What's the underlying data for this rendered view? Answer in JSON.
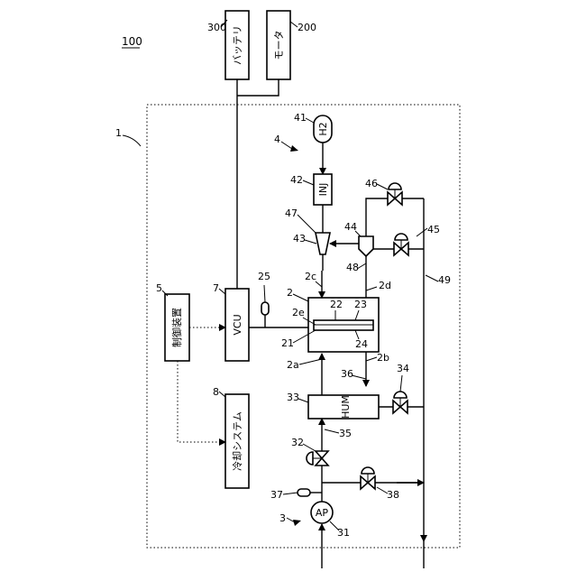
{
  "figure": {
    "system_number": "100",
    "fuel_cell_system": "1",
    "hydrogen_supply": "4",
    "air_supply": "3",
    "stack": "2",
    "controller": "5",
    "vcu_number": "7",
    "cooling_number": "8"
  },
  "components": {
    "battery": {
      "label": "バッテリ",
      "number": "300"
    },
    "motor": {
      "label": "モータ",
      "number": "200"
    },
    "controller": {
      "label": "制御装置"
    },
    "vcu": {
      "label": "VCU"
    },
    "cooling": {
      "label": "冷却システム"
    },
    "tank": {
      "label": "H2",
      "number": "41"
    },
    "injector": {
      "label": "INJ",
      "number": "42"
    },
    "humidifier": {
      "label": "HUM",
      "number": "33"
    },
    "pump": {
      "label": "AP",
      "number": "31"
    }
  },
  "refs": {
    "r25": "25",
    "r2c": "2c",
    "r2d": "2d",
    "r2e": "2e",
    "r22": "22",
    "r23": "23",
    "r21": "21",
    "r24": "24",
    "r2a": "2a",
    "r2b": "2b",
    "r47": "47",
    "r43": "43",
    "r44": "44",
    "r46": "46",
    "r45": "45",
    "r48": "48",
    "r49": "49",
    "r36": "36",
    "r34": "34",
    "r35": "35",
    "r32": "32",
    "r37": "37",
    "r38": "38"
  }
}
